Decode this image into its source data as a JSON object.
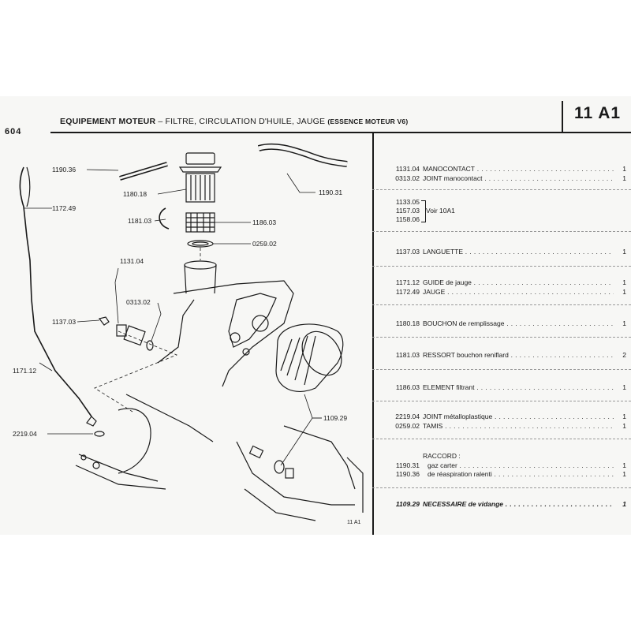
{
  "header": {
    "model_logo": "604",
    "title_bold": "EQUIPEMENT MOTEUR",
    "title_dash": " – ",
    "title_rest": "FILTRE, CIRCULATION D'HUILE, JAUGE ",
    "title_small": "(ESSENCE MOTEUR V6)",
    "plate_code": "11 A1"
  },
  "figure": {
    "ref": "11 A1",
    "callouts": {
      "c119036": "1190.36",
      "c118018": "1180.18",
      "c119031": "1190.31",
      "c117249": "1172.49",
      "c118103": "1181.03",
      "c118603": "1186.03",
      "c025902": "0259.02",
      "c113104": "1131.04",
      "c031302": "0313.02",
      "c113703": "1137.03",
      "c117112": "1171.12",
      "c221904": "2219.04",
      "c110929": "1109.29"
    }
  },
  "parts": [
    {
      "ref": "1131.04",
      "desc": "MANOCONTACT",
      "qty": "1"
    },
    {
      "ref": "0313.02",
      "desc": "JOINT manocontact",
      "qty": "1"
    },
    {
      "ref": "1133.05",
      "desc": "",
      "qty": ""
    },
    {
      "ref": "1157.03",
      "desc": "",
      "qty": ""
    },
    {
      "ref": "1158.06",
      "desc": "",
      "qty": ""
    },
    {
      "ref": "1137.03",
      "desc": "LANGUETTE",
      "qty": "1"
    },
    {
      "ref": "1171.12",
      "desc": "GUIDE de jauge",
      "qty": "1"
    },
    {
      "ref": "1172.49",
      "desc": "JAUGE",
      "qty": "1"
    },
    {
      "ref": "1180.18",
      "desc": "BOUCHON de remplissage",
      "qty": "1"
    },
    {
      "ref": "1181.03",
      "desc": "RESSORT bouchon reniflard",
      "qty": "2"
    },
    {
      "ref": "1186.03",
      "desc": "ELEMENT filtrant",
      "qty": "1"
    },
    {
      "ref": "2219.04",
      "desc": "JOINT métalloplastique",
      "qty": "1"
    },
    {
      "ref": "0259.02",
      "desc": "TAMIS",
      "qty": "1"
    },
    {
      "ref": "",
      "desc": "RACCORD :",
      "qty": ""
    },
    {
      "ref": "1190.31",
      "desc": "gaz carter",
      "qty": "1"
    },
    {
      "ref": "1190.36",
      "desc": "de réaspiration ralenti",
      "qty": "1"
    },
    {
      "ref": "1109.29",
      "desc": "NECESSAIRE de vidange",
      "qty": "1"
    }
  ],
  "voir_label": "Voir 10A1"
}
